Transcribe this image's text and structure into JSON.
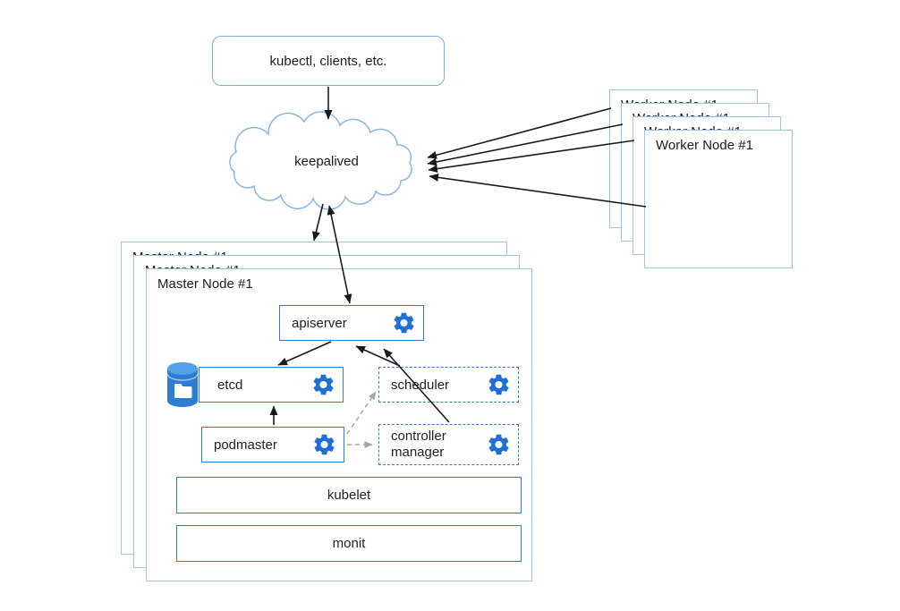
{
  "nodes": {
    "clients": {
      "label": "kubectl, clients, etc."
    },
    "keepalived": {
      "label": "keepalived"
    },
    "worker": {
      "label": "Worker Node #1",
      "stack_count": 4
    },
    "master": {
      "label": "Master Node #1",
      "stack_count": 3
    },
    "apiserver": {
      "label": "apiserver"
    },
    "etcd": {
      "label": "etcd"
    },
    "scheduler": {
      "label": "scheduler"
    },
    "podmaster": {
      "label": "podmaster"
    },
    "controller_manager": {
      "label": "controller manager"
    },
    "kubelet": {
      "label": "kubelet"
    },
    "monit": {
      "label": "monit"
    }
  },
  "icons": {
    "gear": "gear-icon",
    "database": "database-icon",
    "cloud": "cloud-shape"
  },
  "colors": {
    "component_border": "#2e7cd6",
    "outer_border": "#9ec5ea",
    "cloud_border": "#7fb2e6",
    "gear": "#1e6fd8",
    "arrow": "#1a1a1a",
    "dashed_arrow": "#a6a6a6",
    "database_body": "#2d7dd2",
    "database_top": "#54a0e8"
  }
}
